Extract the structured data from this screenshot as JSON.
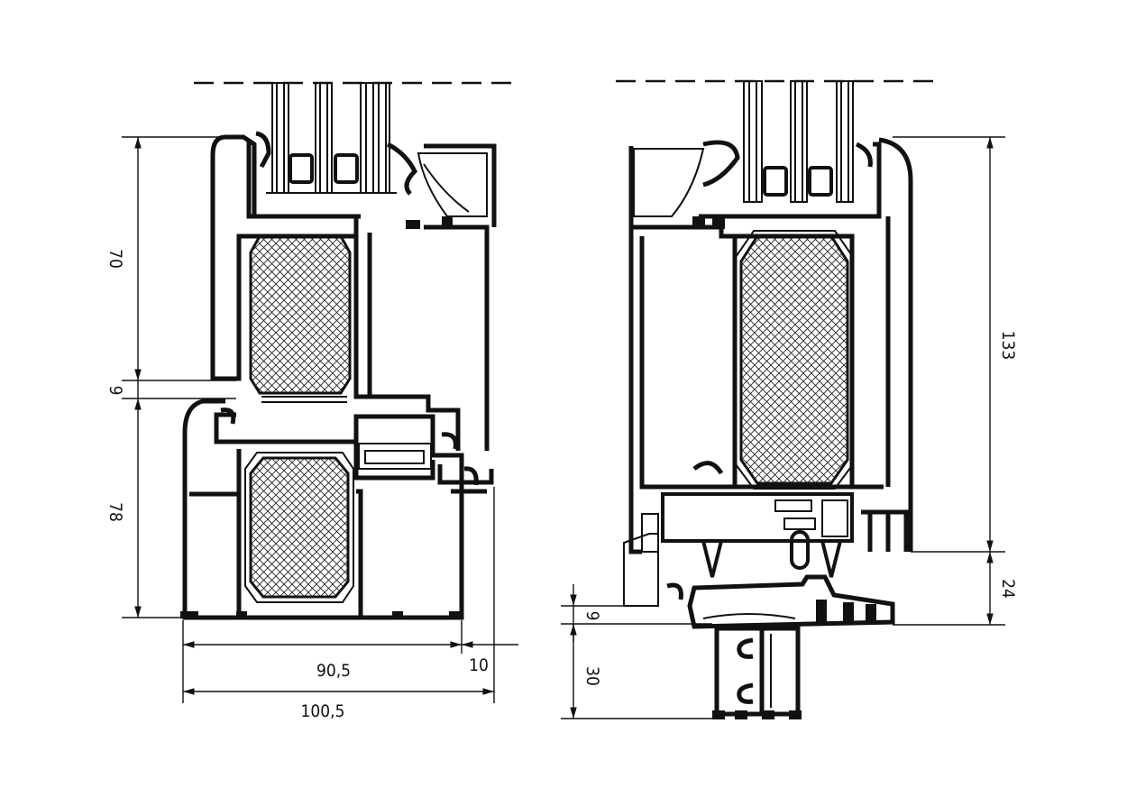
{
  "dimensions": {
    "left_70": "70",
    "left_9": "9",
    "left_78": "78",
    "width_90_5": "90,5",
    "width_10": "10",
    "width_100_5": "100,5",
    "right_133": "133",
    "right_24": "24",
    "right_9": "9",
    "right_30": "30"
  },
  "colors": {
    "stroke": "#111111",
    "background": "#ffffff"
  }
}
